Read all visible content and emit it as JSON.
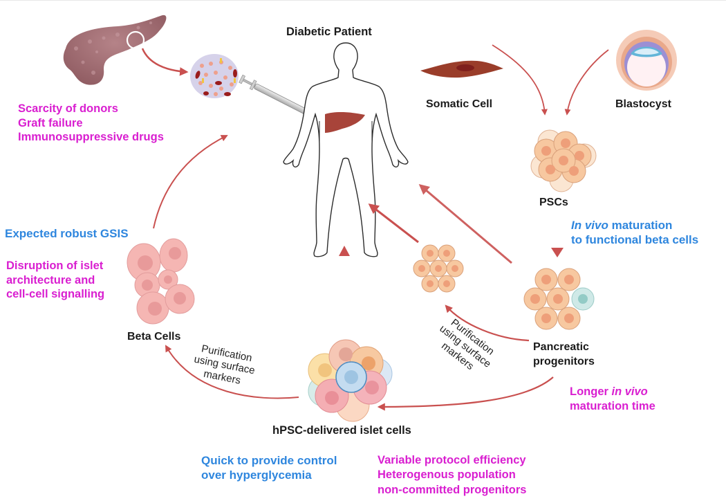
{
  "nodes": {
    "diabetic_patient": "Diabetic Patient",
    "somatic_cell": "Somatic Cell",
    "blastocyst": "Blastocyst",
    "pscs": "PSCs",
    "pancreatic_progenitors": [
      "Pancreatic",
      "progenitors"
    ],
    "hpsc_islet_cells": "hPSC-delivered islet cells",
    "beta_cells": "Beta Cells"
  },
  "annotations": {
    "donor_issues": [
      "Scarcity of donors",
      "Graft failure",
      "Immunosuppressive drugs"
    ],
    "beta_pro": "Expected robust GSIS",
    "beta_con": [
      "Disruption of islet",
      "architecture and",
      "cell-cell signalling"
    ],
    "progenitor_pro": {
      "italic": "In vivo",
      "rest": " maturation",
      "line2": "to functional beta cells"
    },
    "progenitor_con": {
      "line1_prefix": "Longer ",
      "line1_italic": "in vivo",
      "line2": "maturation time"
    },
    "islet_pro": [
      "Quick to provide control",
      "over hyperglycemia"
    ],
    "islet_con": [
      "Variable protocol efficiency",
      "Heterogenous population",
      "non-committed progenitors"
    ]
  },
  "arrow_labels": {
    "purification_left": [
      "Purification",
      "using surface",
      "markers"
    ],
    "purification_right": [
      "Purification",
      "using surface",
      "markers"
    ]
  },
  "icons": [
    "pancreas-icon",
    "islet-tissue-icon",
    "syringe-icon",
    "human-body-icon",
    "liver-icon",
    "somatic-cell-icon",
    "blastocyst-icon",
    "psc-cluster-icon",
    "pancreatic-progenitor-cluster-icon",
    "purified-progenitor-cluster-icon",
    "islet-cell-cluster-icon",
    "beta-cell-cluster-icon"
  ],
  "colors": {
    "arrow": "#c9504f",
    "pro_text": "#2e86de",
    "con_text": "#d91ed0",
    "label_text": "#1a1a1a"
  }
}
